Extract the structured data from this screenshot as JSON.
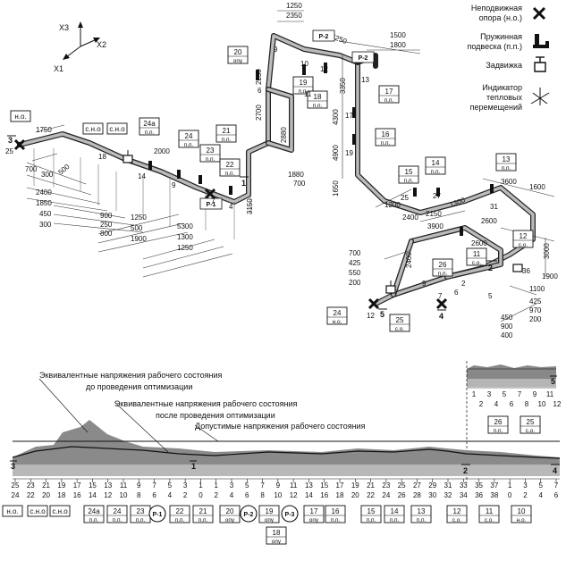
{
  "legend": [
    {
      "label_line1": "Неподвижная",
      "label_line2": "опора (н.о.)",
      "icon": "fixed-support-icon"
    },
    {
      "label_line1": "Пружинная",
      "label_line2": "подвеска (п.п.)",
      "icon": "spring-hanger-icon"
    },
    {
      "label_line1": "Задвижка",
      "label_line2": "",
      "icon": "gate-valve-icon"
    },
    {
      "label_line1": "Индикатор",
      "label_line2": "тепловых",
      "label_line3": "перемещений",
      "icon": "thermal-indicator-icon"
    }
  ],
  "axes": {
    "x1": "X1",
    "x2": "X2",
    "x3": "X3"
  },
  "dims": {
    "left_vertical": [
      "1750",
      "700",
      "300",
      "500",
      "2400",
      "1850",
      "450",
      "300",
      "900",
      "250",
      "800",
      "1250",
      "500",
      "1900",
      "5300",
      "1300",
      "1250",
      "2000",
      "3150"
    ],
    "riser": [
      "2250",
      "2700",
      "2880",
      "1880",
      "700",
      "1250",
      "2350",
      "5250",
      "1500",
      "1800",
      "3350",
      "4300",
      "4900",
      "1650"
    ],
    "right": [
      "1200",
      "2400",
      "2150",
      "1300",
      "3600",
      "1600",
      "3900",
      "2600",
      "2600",
      "3000",
      "1900",
      "1100",
      "425",
      "970",
      "200",
      "450",
      "900",
      "400",
      "700",
      "425",
      "550",
      "200",
      "2400"
    ]
  },
  "tags": [
    {
      "num": "н.о.",
      "kind": ""
    },
    {
      "num": "с.н.о",
      "kind": ""
    },
    {
      "num": "с.н.о",
      "kind": ""
    },
    {
      "num": "24а",
      "kind": "п.п."
    },
    {
      "num": "24",
      "kind": "п.п."
    },
    {
      "num": "23",
      "kind": "п.п."
    },
    {
      "num": "22",
      "kind": "п.п."
    },
    {
      "num": "21",
      "kind": "п.п."
    },
    {
      "num": "20",
      "kind": "опу"
    },
    {
      "num": "19",
      "kind": "п.п."
    },
    {
      "num": "18",
      "kind": "п.п."
    },
    {
      "num": "17",
      "kind": "п.п."
    },
    {
      "num": "16",
      "kind": "п.п."
    },
    {
      "num": "15",
      "kind": "п.п."
    },
    {
      "num": "14",
      "kind": "п.п."
    },
    {
      "num": "13",
      "kind": "п.п."
    },
    {
      "num": "12",
      "kind": "с.о."
    },
    {
      "num": "11",
      "kind": "с.о."
    },
    {
      "num": "26",
      "kind": "п.п."
    },
    {
      "num": "25",
      "kind": "с.о."
    },
    {
      "num": "24",
      "kind": "н.о."
    }
  ],
  "circle_labels": [
    "Р-1",
    "Р-2",
    "Р-2"
  ],
  "section_marks": [
    "3",
    "1",
    "2",
    "4",
    "5"
  ],
  "stress_plot": {
    "label_before": [
      "Эквивалентные напряжения рабочего состояния",
      "до проведения оптимизации"
    ],
    "label_after": [
      "Эквивалентные напряжения рабочего состояния",
      "после проведения оптимизации"
    ],
    "label_allowed": "Допустимые напряжения рабочего состояния",
    "axis_main": [
      "25",
      "23",
      "21",
      "19",
      "17",
      "15",
      "13",
      "11",
      "9",
      "7",
      "5",
      "3",
      "1",
      "1",
      "3",
      "5",
      "7",
      "9",
      "11",
      "13",
      "15",
      "17",
      "19",
      "21",
      "23",
      "25",
      "27",
      "29",
      "31",
      "33",
      "35",
      "37",
      "1",
      "3",
      "5",
      "7"
    ],
    "axis_main_lower": [
      "24",
      "22",
      "20",
      "18",
      "16",
      "14",
      "12",
      "10",
      "8",
      "6",
      "4",
      "2",
      "0",
      "2",
      "4",
      "6",
      "8",
      "10",
      "12",
      "14",
      "16",
      "18",
      "20",
      "22",
      "24",
      "26",
      "28",
      "30",
      "32",
      "34",
      "36",
      "38",
      "0",
      "2",
      "4",
      "6"
    ],
    "axis_right_upper": [
      "1",
      "3",
      "5",
      "7",
      "9",
      "11"
    ],
    "axis_right_lower": [
      "2",
      "4",
      "6",
      "8",
      "10",
      "12"
    ],
    "bottom_tags": [
      {
        "num": "н.о.",
        "kind": ""
      },
      {
        "num": "с.н.о",
        "kind": ""
      },
      {
        "num": "с.н.о",
        "kind": ""
      },
      {
        "num": "24а",
        "kind": "п.п."
      },
      {
        "num": "24",
        "kind": "п.п."
      },
      {
        "num": "23",
        "kind": "п.п."
      },
      {
        "num": "Р-1",
        "kind": "circle"
      },
      {
        "num": "22",
        "kind": "п.п."
      },
      {
        "num": "21",
        "kind": "п.п."
      },
      {
        "num": "20",
        "kind": "опу"
      },
      {
        "num": "Р-2",
        "kind": "circle"
      },
      {
        "num": "19",
        "kind": "опу"
      },
      {
        "num": "Р-3",
        "kind": "circle"
      },
      {
        "num": "17",
        "kind": "опу"
      },
      {
        "num": "16",
        "kind": "п.п."
      },
      {
        "num": "15",
        "kind": "п.п."
      },
      {
        "num": "14",
        "kind": "п.п."
      },
      {
        "num": "13",
        "kind": "п.п."
      },
      {
        "num": "12",
        "kind": "с.о."
      },
      {
        "num": "11",
        "kind": "с.о."
      },
      {
        "num": "10",
        "kind": "н.о."
      }
    ],
    "tag_18": {
      "num": "18",
      "kind": "опу"
    },
    "right_tags": [
      {
        "num": "26",
        "kind": "п.п."
      },
      {
        "num": "25",
        "kind": "с.о."
      }
    ]
  }
}
